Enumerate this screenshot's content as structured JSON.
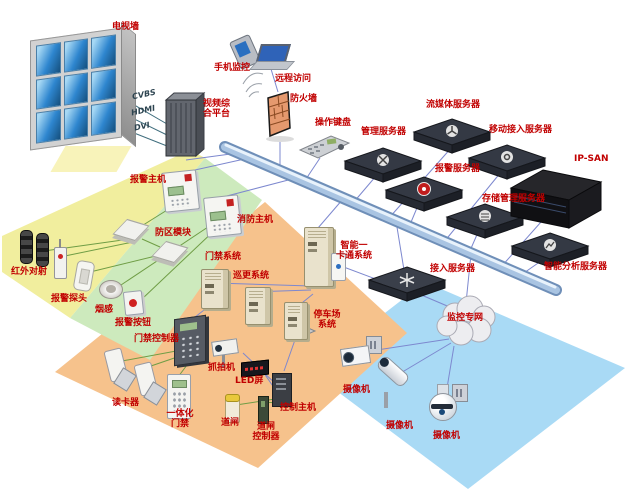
{
  "colors": {
    "zone_yellow": "#f1ee9e",
    "zone_green": "#cdeabd",
    "zone_orange": "#f6c28c",
    "zone_blue": "#a9daf5",
    "label_red": "#c10000",
    "bus_blue": "#a9c4e2"
  },
  "nodes": {
    "tv_wall": "电视墙",
    "signals": [
      "CVBS",
      "HDMI",
      "DVI"
    ],
    "video_platform_lines": [
      "视频综",
      "合平台"
    ],
    "mobile_monitor": "手机监控",
    "remote_access": "远程访问",
    "firewall": "防火墙",
    "keyboard": "操作键盘",
    "mgmt_server": "管理服务器",
    "stream_server": "流媒体服务器",
    "alarm_server": "报警服务器",
    "mobile_access_server": "移动接入服务器",
    "storage_server": "存储管理服务器",
    "ip_san": "IP-SAN",
    "access_server": "接入服务器",
    "intel_server": "智能分析服务器",
    "cloud": "监控专网",
    "alarm_host": "报警主机",
    "fire_host": "消防主机",
    "zone_module": "防区模块",
    "ir_beam": "红外对射",
    "alarm_probe": "报警探头",
    "smoke": "烟感",
    "alarm_button": "报警按钮",
    "door_ctrl": "门禁控制器",
    "card_reader": "读卡器",
    "integrated_door_lines": [
      "一体化",
      "门禁"
    ],
    "capture_cam": "抓拍机",
    "led_screen": "LED屏",
    "barrier": "道闸",
    "barrier_ctrl_lines": [
      "道闸",
      "控制器"
    ],
    "control_host": "控制主机",
    "access_system": "门禁系统",
    "patrol_system": "巡更系统",
    "parking_lines": [
      "停车场",
      "系统"
    ],
    "one_card_lines": [
      "智能一",
      "卡通系统"
    ],
    "camera": "摄像机"
  }
}
